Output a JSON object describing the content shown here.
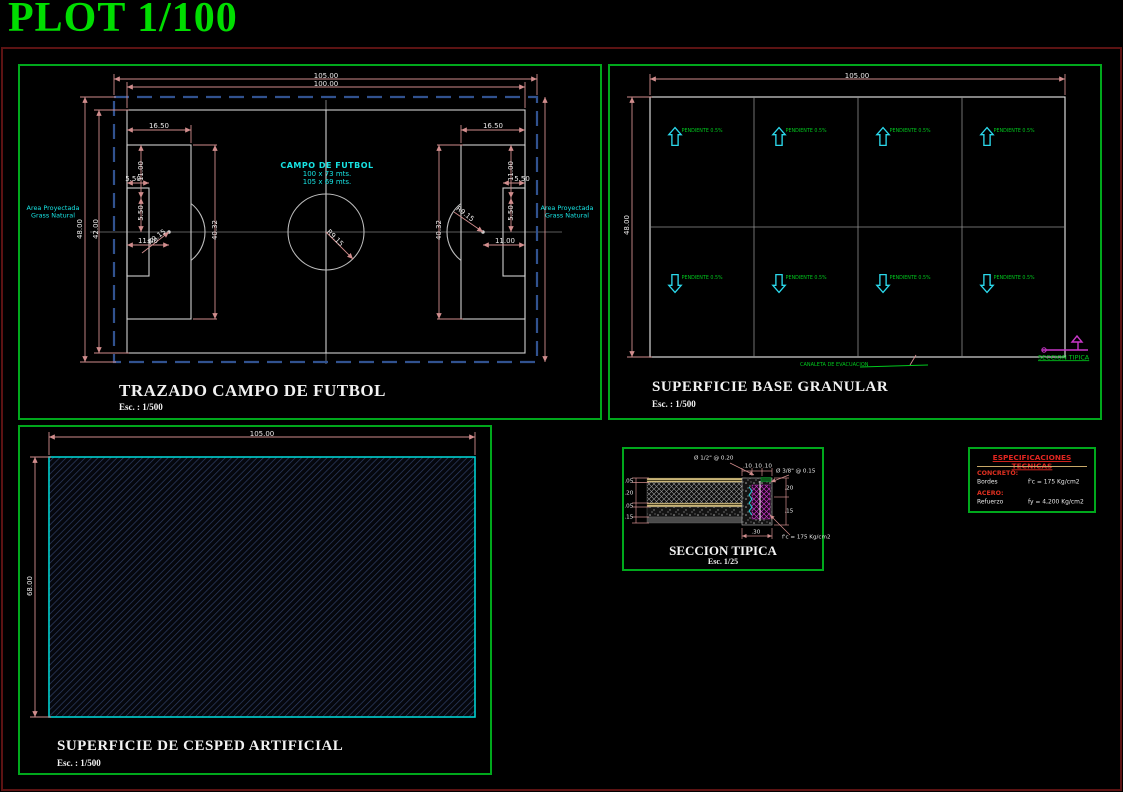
{
  "page": {
    "title": "PLOT 1/100"
  },
  "field_panel": {
    "caption": "TRAZADO CAMPO DE FUTBOL",
    "scale": "Esc. : 1/500",
    "center_label_title": "CAMPO DE FUTBOL",
    "center_label_dim1": "100 x 73 mts.",
    "center_label_dim2": "105 x 69 mts.",
    "area_label_left_line1": "Area Proyectada",
    "area_label_left_line2": "Grass Natural",
    "area_label_right_line1": "Area Proyectada",
    "area_label_right_line2": "Grass Natural",
    "dims": {
      "top_outer": "105.00",
      "top_inner": "100.00",
      "left_outer": "48.00",
      "left_inner": "42.00",
      "penalty_depth": "16.50",
      "penalty_spot": "11.00",
      "goal_depth": "5.50",
      "goal_spot": "5.50",
      "spot_offset": "11.00",
      "penalty_width": "40.32",
      "arc_radius": "R9.15",
      "center_radius": "R9.15",
      "penalty_depth_r": "16.50",
      "penalty_spot_r": "11.00",
      "goal_depth_r": "5.50",
      "goal_spot_r": "5.50",
      "spot_offset_r": "11.00",
      "penalty_width_r": "40.32",
      "arc_radius_r": "R9.15"
    }
  },
  "granular_panel": {
    "caption": "SUPERFICIE BASE GRANULAR",
    "scale": "Esc. : 1/500",
    "top_dim": "105.00",
    "left_dim": "48.00",
    "arrows": [
      {
        "dir": "up",
        "label": "PENDIENTE 0.5%"
      },
      {
        "dir": "up",
        "label": "PENDIENTE 0.5%"
      },
      {
        "dir": "up",
        "label": "PENDIENTE 0.5%"
      },
      {
        "dir": "up",
        "label": "PENDIENTE 0.5%"
      },
      {
        "dir": "down",
        "label": "PENDIENTE 0.5%"
      },
      {
        "dir": "down",
        "label": "PENDIENTE 0.5%"
      },
      {
        "dir": "down",
        "label": "PENDIENTE 0.5%"
      },
      {
        "dir": "down",
        "label": "PENDIENTE 0.5%"
      }
    ],
    "drain_label": "CANALETA DE EVACUACION",
    "section_ref": "SECCION TIPICA"
  },
  "cesped_panel": {
    "caption": "SUPERFICIE DE CESPED ARTIFICIAL",
    "scale": "Esc. : 1/500",
    "top_dim": "105.00",
    "left_dim": "68.00"
  },
  "section_panel": {
    "caption": "SECCION TIPICA",
    "scale": "Esc. 1/25",
    "labels": {
      "rebar_top": "Ø 1/2\" @ 0.20",
      "rebar_right": "Ø 3/8\" @ 0.15",
      "w1": ".10",
      "w2": ".10",
      "w3": ".10",
      "base_width": ".30",
      "d1": ".05",
      "d2": ".20",
      "d3": ".05",
      "d4": ".15",
      "r1": ".20",
      "r2": ".15",
      "concrete_note": "f'c = 175 Kg/cm2"
    }
  },
  "specs_panel": {
    "title": "ESPECIFICACIONES TECNICAS",
    "concrete_heading": "CONCRETO:",
    "concrete_item": "Bordes",
    "concrete_value": "f'c = 175 Kg/cm2",
    "steel_heading": "ACERO:",
    "steel_item": "Refuerzo",
    "steel_value": "fy = 4,200 Kg/cm2"
  },
  "colors": {
    "panel_green": "#00a81c",
    "title_green": "#00dd00",
    "dim_red": "#d18d8d",
    "cyan": "#17e3e3",
    "magenta": "#c837c8",
    "sheet_border": "#5c1313"
  }
}
